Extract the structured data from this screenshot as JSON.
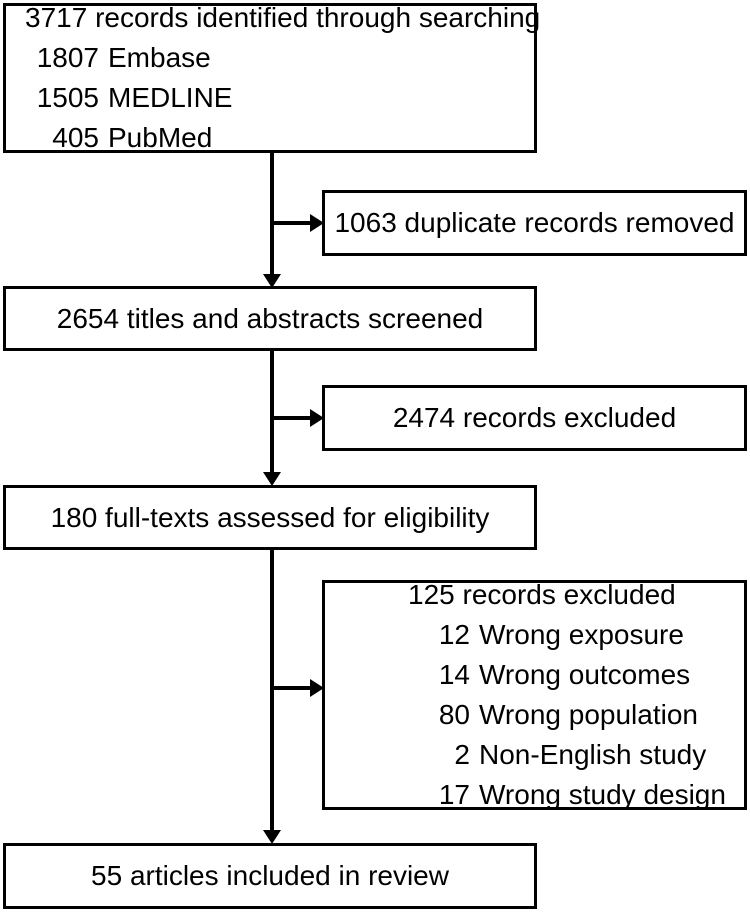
{
  "diagram": {
    "title": "PRISMA study selection flow diagram",
    "type": "flowchart",
    "stroke_color": "#000000",
    "background_color": "#ffffff"
  },
  "nodes": {
    "identified": {
      "head": "3717 records identified through searching",
      "sources": [
        {
          "count": "1807",
          "label": "Embase"
        },
        {
          "count": "1505",
          "label": "MEDLINE"
        },
        {
          "count": "405",
          "label": "PubMed"
        }
      ]
    },
    "duplicates": {
      "text": "1063 duplicate records removed"
    },
    "screened": {
      "text": "2654 titles and abstracts screened"
    },
    "excluded_screening": {
      "text": "2474 records excluded"
    },
    "fulltext": {
      "text": "180 full-texts assessed for eligibility"
    },
    "excluded_fulltext": {
      "head": "125 records excluded",
      "reasons": [
        {
          "count": "12",
          "label": "Wrong exposure"
        },
        {
          "count": "14",
          "label": "Wrong outcomes"
        },
        {
          "count": "80",
          "label": "Wrong population"
        },
        {
          "count": "2",
          "label": "Non-English study"
        },
        {
          "count": "17",
          "label": "Wrong study design"
        }
      ]
    },
    "included": {
      "text": "55 articles included in review"
    }
  }
}
